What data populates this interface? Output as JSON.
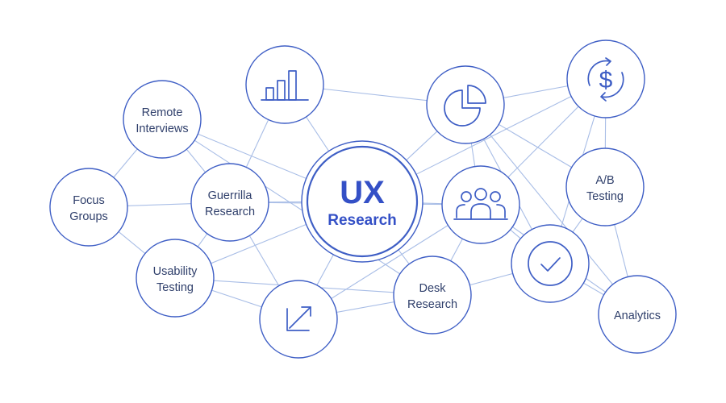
{
  "colors": {
    "accent": "#3e5ec5",
    "edge": "#a8bde6",
    "text": "#2f3f6b"
  },
  "center": {
    "line1": "UX",
    "line2": "Research"
  },
  "nodes": [
    {
      "id": "remote",
      "lines": [
        "Remote",
        "Interviews"
      ]
    },
    {
      "id": "focus",
      "lines": [
        "Focus",
        "Groups"
      ]
    },
    {
      "id": "guerrilla",
      "lines": [
        "Guerrilla",
        "Research"
      ]
    },
    {
      "id": "usability",
      "lines": [
        "Usability",
        "Testing"
      ]
    },
    {
      "id": "desk",
      "lines": [
        "Desk",
        "Research"
      ]
    },
    {
      "id": "ab",
      "lines": [
        "A/B",
        "Testing"
      ]
    },
    {
      "id": "analytics",
      "lines": [
        "Analytics"
      ]
    }
  ],
  "icon_nodes": [
    {
      "id": "bar-chart",
      "icon": "bar-chart-icon"
    },
    {
      "id": "pie-chart",
      "icon": "pie-chart-icon"
    },
    {
      "id": "dollar",
      "icon": "dollar-cycle-icon",
      "glyph": "$"
    },
    {
      "id": "users",
      "icon": "users-group-icon"
    },
    {
      "id": "check",
      "icon": "check-circle-icon"
    },
    {
      "id": "growth",
      "icon": "growth-arrow-icon"
    }
  ],
  "edges": [
    [
      "remote",
      "focus"
    ],
    [
      "remote",
      "guerrilla"
    ],
    [
      "remote",
      "center"
    ],
    [
      "remote",
      "desk"
    ],
    [
      "focus",
      "guerrilla"
    ],
    [
      "focus",
      "usability"
    ],
    [
      "guerrilla",
      "usability"
    ],
    [
      "guerrilla",
      "center"
    ],
    [
      "guerrilla",
      "bar-chart"
    ],
    [
      "guerrilla",
      "growth"
    ],
    [
      "guerrilla",
      "users"
    ],
    [
      "bar-chart",
      "center"
    ],
    [
      "bar-chart",
      "pie-chart"
    ],
    [
      "usability",
      "growth"
    ],
    [
      "usability",
      "desk"
    ],
    [
      "usability",
      "center"
    ],
    [
      "growth",
      "center"
    ],
    [
      "growth",
      "desk"
    ],
    [
      "growth",
      "users"
    ],
    [
      "center",
      "pie-chart"
    ],
    [
      "center",
      "users"
    ],
    [
      "center",
      "desk"
    ],
    [
      "center",
      "dollar"
    ],
    [
      "pie-chart",
      "dollar"
    ],
    [
      "pie-chart",
      "users"
    ],
    [
      "pie-chart",
      "check"
    ],
    [
      "pie-chart",
      "analytics"
    ],
    [
      "pie-chart",
      "ab"
    ],
    [
      "dollar",
      "ab"
    ],
    [
      "dollar",
      "users"
    ],
    [
      "dollar",
      "check"
    ],
    [
      "users",
      "desk"
    ],
    [
      "users",
      "check"
    ],
    [
      "users",
      "analytics"
    ],
    [
      "desk",
      "check"
    ],
    [
      "check",
      "ab"
    ],
    [
      "check",
      "analytics"
    ],
    [
      "ab",
      "analytics"
    ]
  ]
}
